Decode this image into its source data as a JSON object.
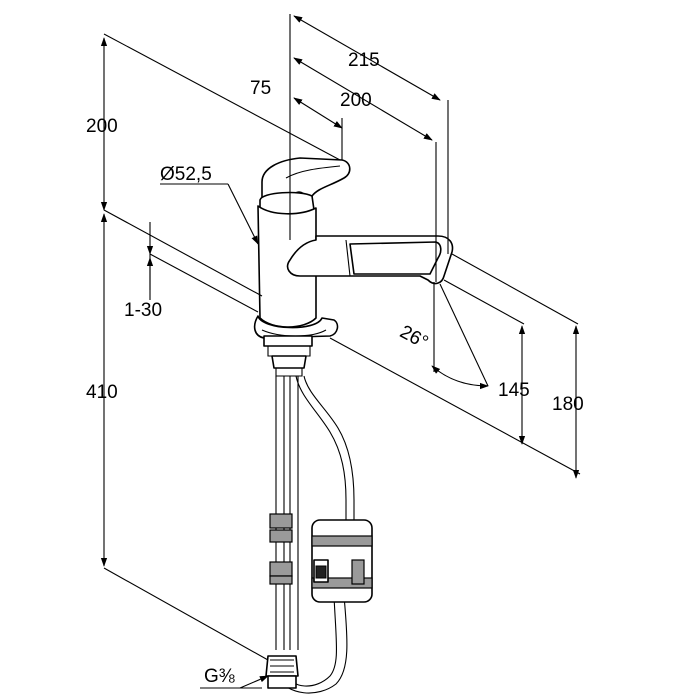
{
  "dimensions": {
    "overall_reach": "215",
    "spout_reach": "200",
    "lever_reach": "75",
    "height_above_deck": "200",
    "body_diameter": "Ø52,5",
    "counter_thickness": "1-30",
    "installation_depth": "410",
    "spout_outlet_height": "145",
    "total_spout_height": "180",
    "swivel_angle": "26°",
    "connection_thread": "G⅜"
  }
}
